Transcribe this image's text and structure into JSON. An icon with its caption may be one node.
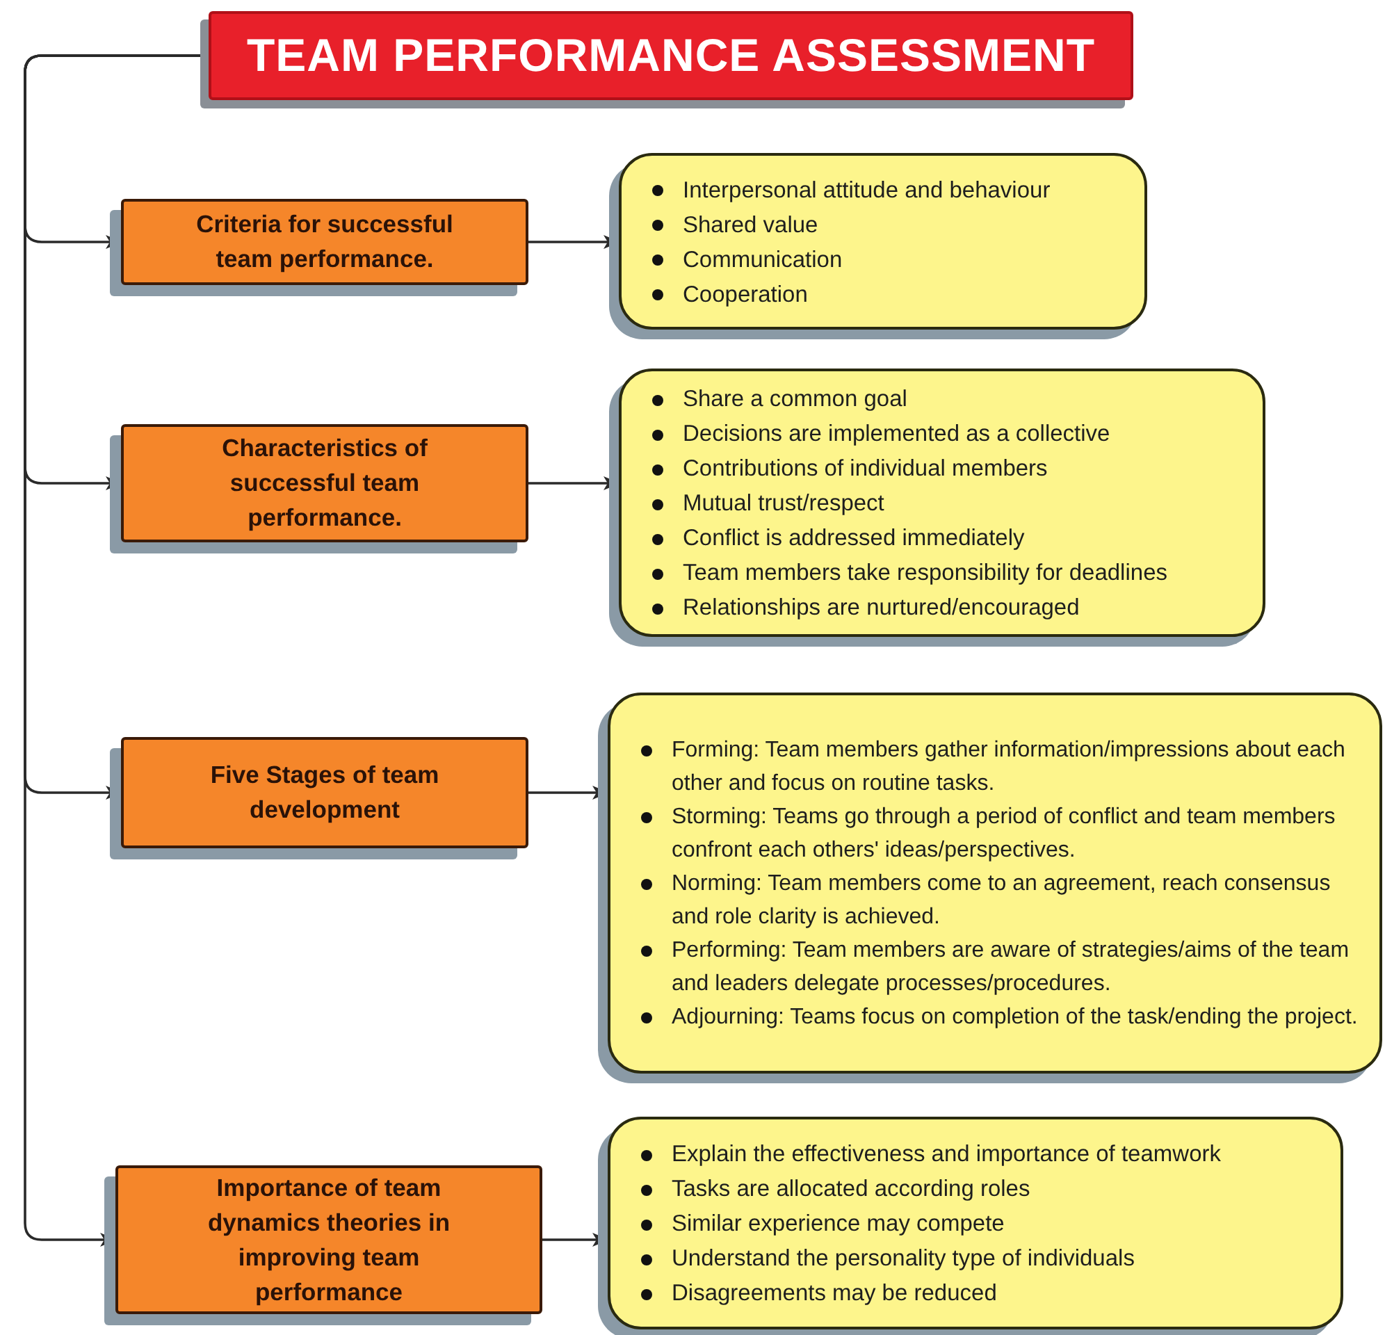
{
  "diagram": {
    "nodes": [
      {
        "text": [
          "TEAM PERFORMANCE ASSESSMENT"
        ]
      },
      {
        "text": [
          "Criteria for successful team performance."
        ]
      },
      {
        "text": [
          "Interpersonal attitude and behaviour",
          "Shared value",
          "Communication",
          "Cooperation"
        ]
      },
      {
        "text": [
          "Characteristics of successful team performance."
        ]
      },
      {
        "text": [
          "Share a common goal",
          "Decisions are implemented as a collective",
          "Contributions of individual members",
          "Mutual trust/respect",
          "Conflict is addressed immediately",
          "Team members take responsibility for deadlines",
          "Relationships are nurtured/encouraged"
        ]
      },
      {
        "text": [
          "Five Stages of team development"
        ]
      },
      {
        "text": [
          "Forming: Team members gather information/impressions about each other and focus on routine tasks.",
          "Storming: Teams go through a period of conflict and team members confront each others' ideas/perspectives.",
          "Norming: Team members come to an agreement, reach consensus and role clarity is achieved.",
          "Performing: Team members are aware of strategies/aims of the team and leaders delegate processes/procedures.",
          "Adjourning: Teams focus on completion of the task/ending the project."
        ]
      },
      {
        "text": [
          "Importance of team dynamics theories in improving team performance"
        ]
      },
      {
        "text": [
          "Explain the effectiveness and importance of teamwork",
          "Tasks are allocated according roles",
          "Similar experience may compete",
          "Understand the personality type of individuals",
          "Disagreements may be reduced"
        ]
      }
    ],
    "edges": [
      {
        "from": 0,
        "to": 1,
        "arrow": "to"
      },
      {
        "from": 0,
        "to": 3,
        "arrow": "to"
      },
      {
        "from": 0,
        "to": 5,
        "arrow": "to"
      },
      {
        "from": 0,
        "to": 7,
        "arrow": "to"
      },
      {
        "from": 1,
        "to": 2,
        "arrow": "to"
      },
      {
        "from": 3,
        "to": 4,
        "arrow": "to"
      },
      {
        "from": 5,
        "to": 6,
        "arrow": "to"
      },
      {
        "from": 7,
        "to": 8,
        "arrow": "to"
      }
    ]
  }
}
